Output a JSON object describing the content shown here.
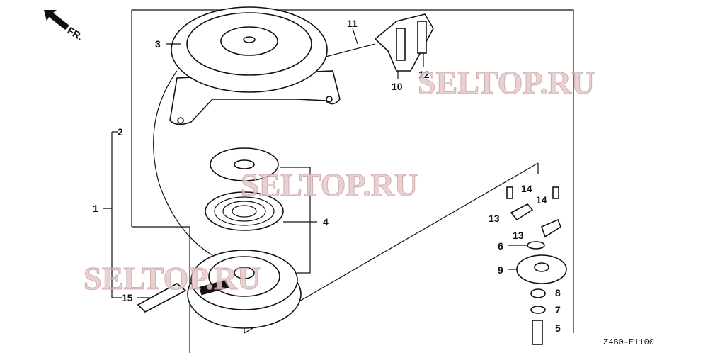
{
  "direction_marker": {
    "text": "FR.",
    "icon": "arrow-up-left-icon"
  },
  "callouts": [
    "1",
    "2",
    "3",
    "4",
    "5",
    "6",
    "7",
    "8",
    "9",
    "10",
    "11",
    "12",
    "13",
    "13",
    "14",
    "14",
    "15"
  ],
  "watermark": "SELTOP.RU",
  "diagram_code": "Z4B0-E1100"
}
